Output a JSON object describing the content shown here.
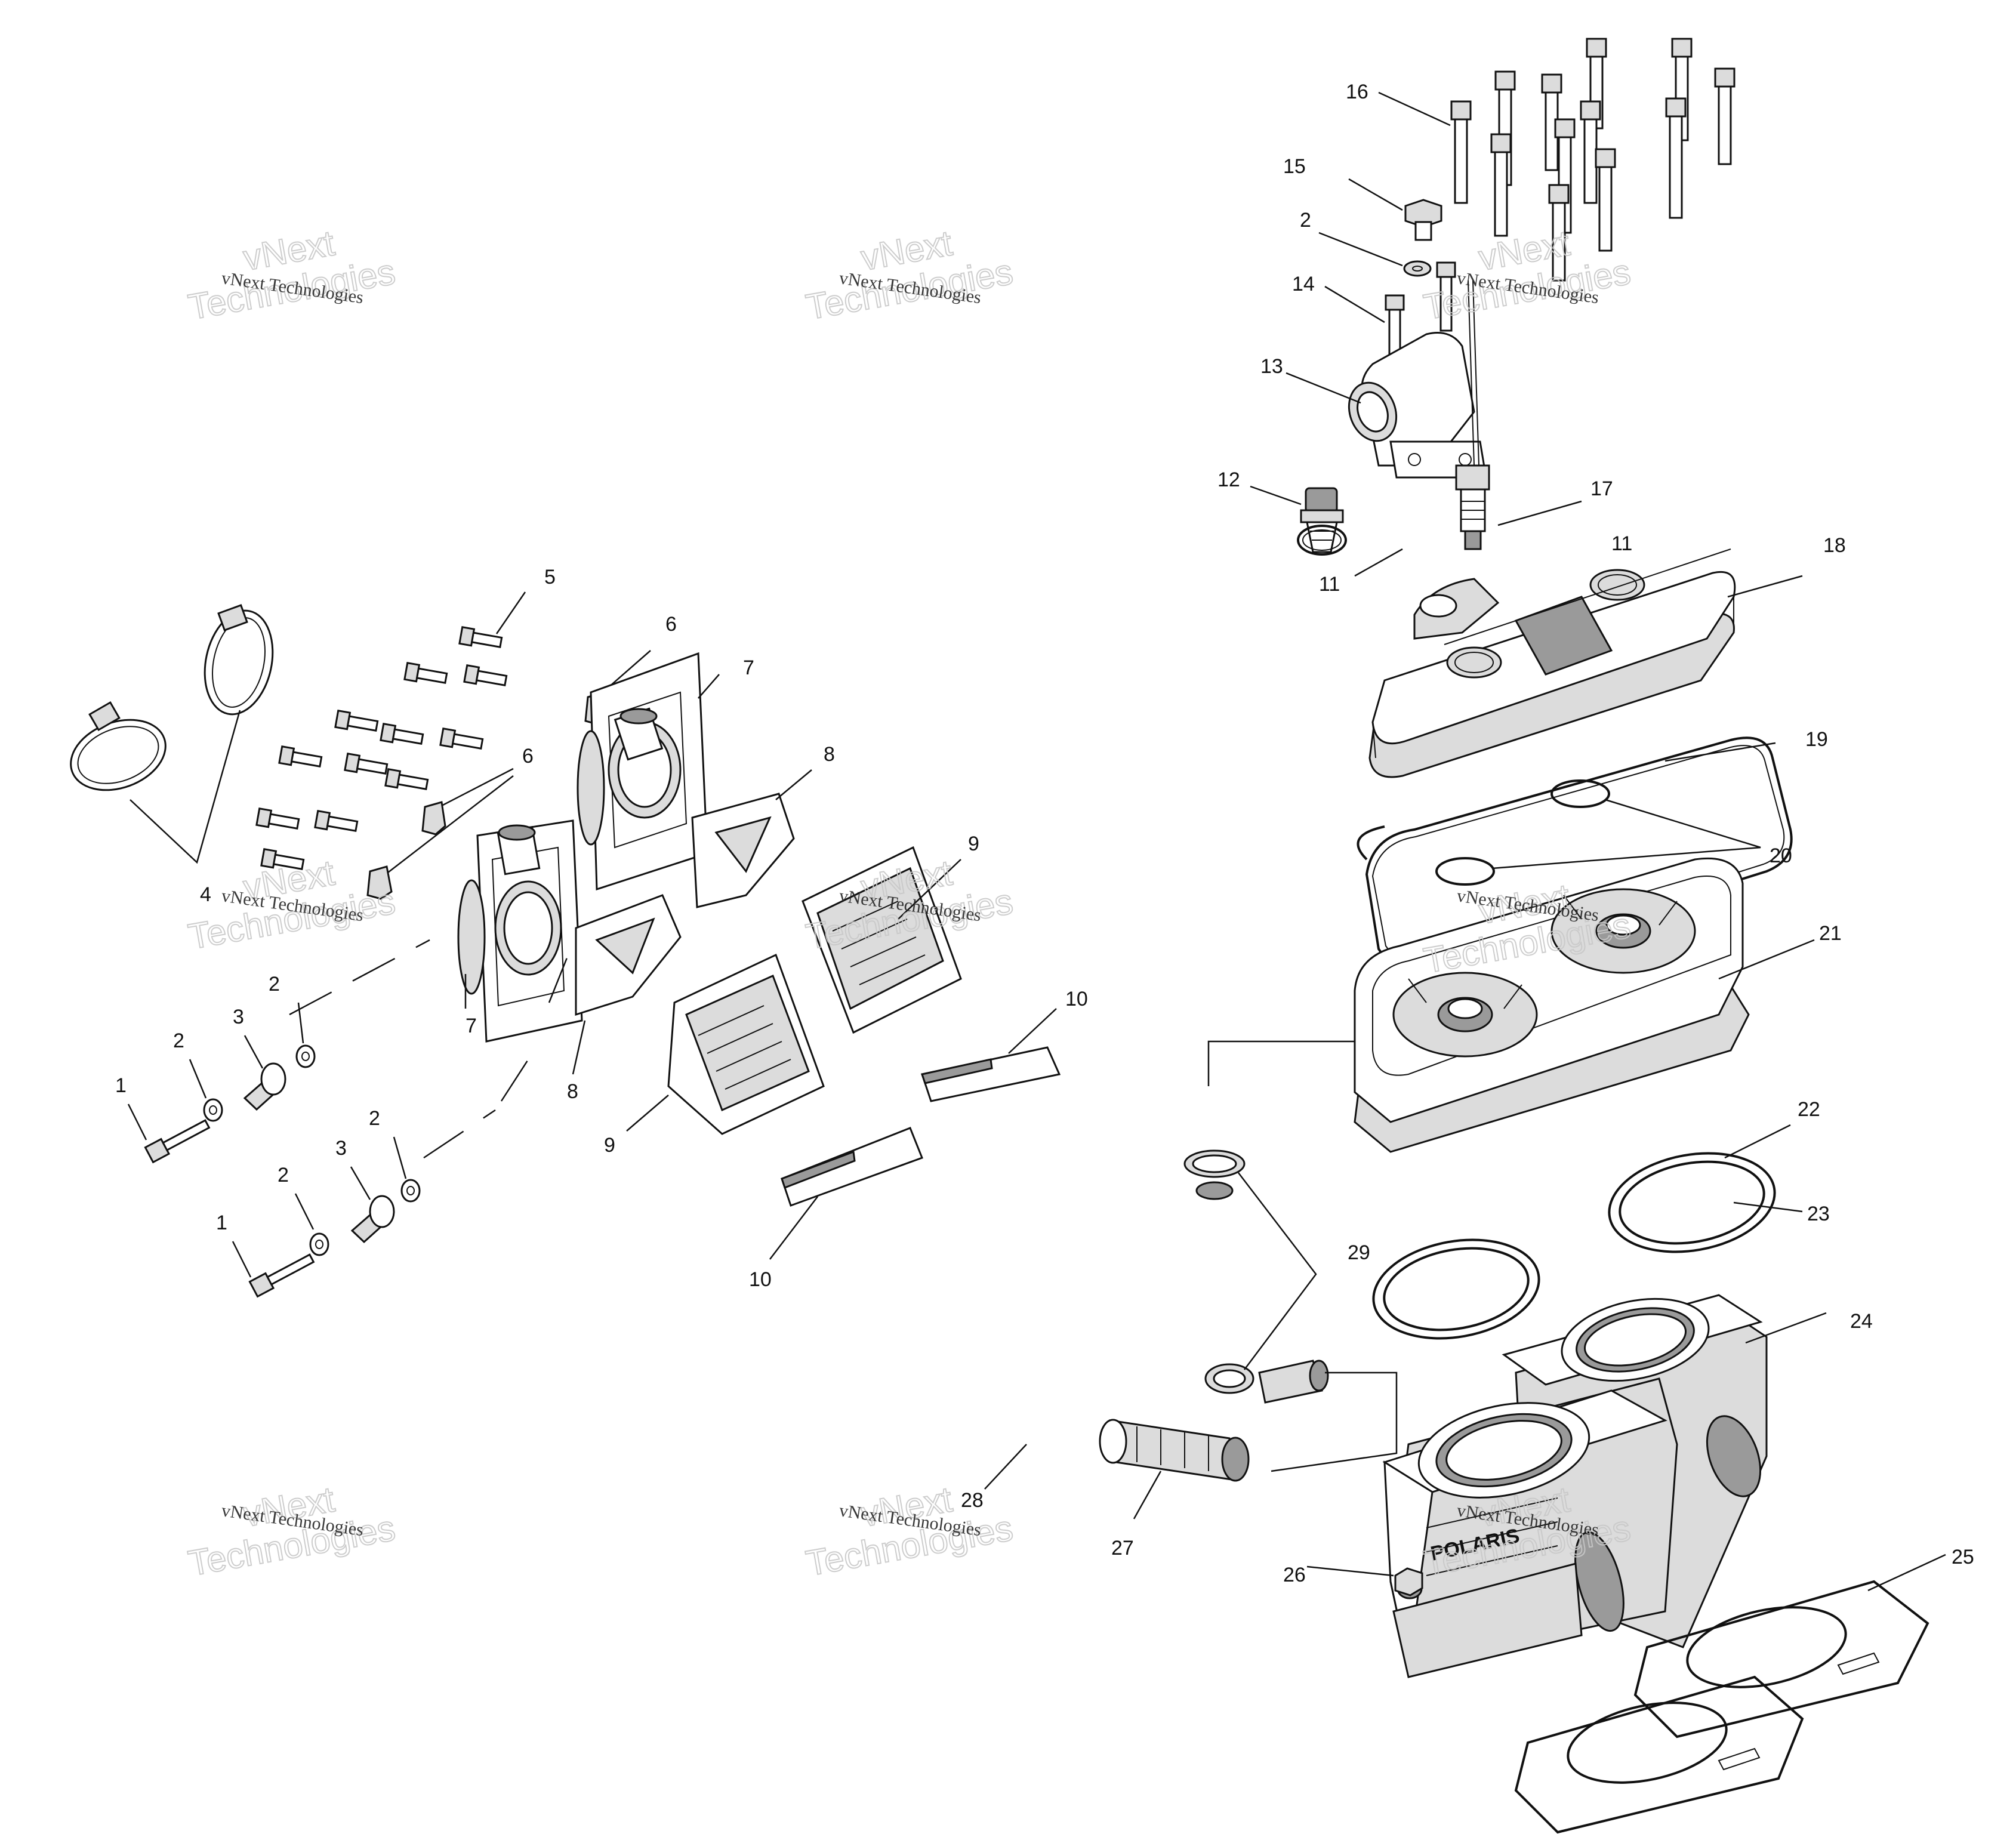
{
  "callouts": [
    {
      "label": "1"
    },
    {
      "label": "1"
    },
    {
      "label": "2"
    },
    {
      "label": "2"
    },
    {
      "label": "2"
    },
    {
      "label": "2"
    },
    {
      "label": "2"
    },
    {
      "label": "3"
    },
    {
      "label": "3"
    },
    {
      "label": "4"
    },
    {
      "label": "5"
    },
    {
      "label": "6"
    },
    {
      "label": "6"
    },
    {
      "label": "7"
    },
    {
      "label": "7"
    },
    {
      "label": "8"
    },
    {
      "label": "8"
    },
    {
      "label": "9"
    },
    {
      "label": "9"
    },
    {
      "label": "10"
    },
    {
      "label": "10"
    },
    {
      "label": "11"
    },
    {
      "label": "11"
    },
    {
      "label": "12"
    },
    {
      "label": "13"
    },
    {
      "label": "14"
    },
    {
      "label": "15"
    },
    {
      "label": "16"
    },
    {
      "label": "17"
    },
    {
      "label": "18"
    },
    {
      "label": "19"
    },
    {
      "label": "20"
    },
    {
      "label": "21"
    },
    {
      "label": "22"
    },
    {
      "label": "23"
    },
    {
      "label": "24"
    },
    {
      "label": "25"
    },
    {
      "label": "26"
    },
    {
      "label": "27"
    },
    {
      "label": "28"
    },
    {
      "label": "29"
    }
  ],
  "watermark": {
    "small": "vNext Technologies",
    "big_top": "vNext",
    "big_bottom": "Technologies"
  },
  "engraving": {
    "brand": "POLARIS"
  }
}
